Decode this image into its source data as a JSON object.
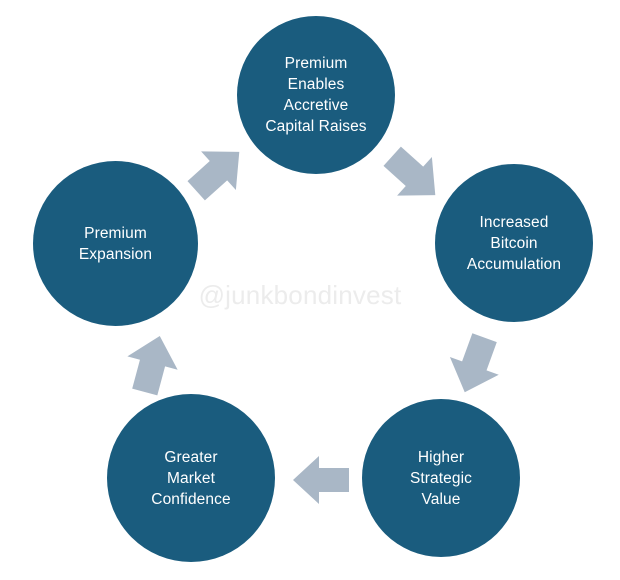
{
  "diagram": {
    "type": "cycle",
    "title": "",
    "direction": "clockwise",
    "background_color": "#ffffff",
    "node_color": "#1a5c7e",
    "node_text_color": "#ffffff",
    "arrow_color": "#a9b7c6",
    "watermark": {
      "text": "@junkbondinvest",
      "color": "#ececec"
    },
    "nodes": [
      {
        "id": "premium-enables-accretive-capital-raises",
        "label": "Premium\nEnables\nAccretive\nCapital Raises",
        "position": "top",
        "order": 1
      },
      {
        "id": "increased-bitcoin-accumulation",
        "label": "Increased\nBitcoin\nAccumulation",
        "position": "right",
        "order": 2
      },
      {
        "id": "higher-strategic-value",
        "label": "Higher\nStrategic\nValue",
        "position": "bottom-right",
        "order": 3
      },
      {
        "id": "greater-market-confidence",
        "label": "Greater\nMarket\nConfidence",
        "position": "bottom-left",
        "order": 4
      },
      {
        "id": "premium-expansion",
        "label": "Premium\nExpansion",
        "position": "left",
        "order": 5
      }
    ],
    "arrows": [
      {
        "id": "raises-to-bitcoin",
        "from": "premium-enables-accretive-capital-raises",
        "to": "increased-bitcoin-accumulation",
        "direction": "down-right"
      },
      {
        "id": "bitcoin-to-value",
        "from": "increased-bitcoin-accumulation",
        "to": "higher-strategic-value",
        "direction": "down-left"
      },
      {
        "id": "value-to-confidence",
        "from": "higher-strategic-value",
        "to": "greater-market-confidence",
        "direction": "left"
      },
      {
        "id": "confidence-to-premium",
        "from": "greater-market-confidence",
        "to": "premium-expansion",
        "direction": "up"
      },
      {
        "id": "premium-to-raises",
        "from": "premium-expansion",
        "to": "premium-enables-accretive-capital-raises",
        "direction": "up-right"
      }
    ]
  }
}
